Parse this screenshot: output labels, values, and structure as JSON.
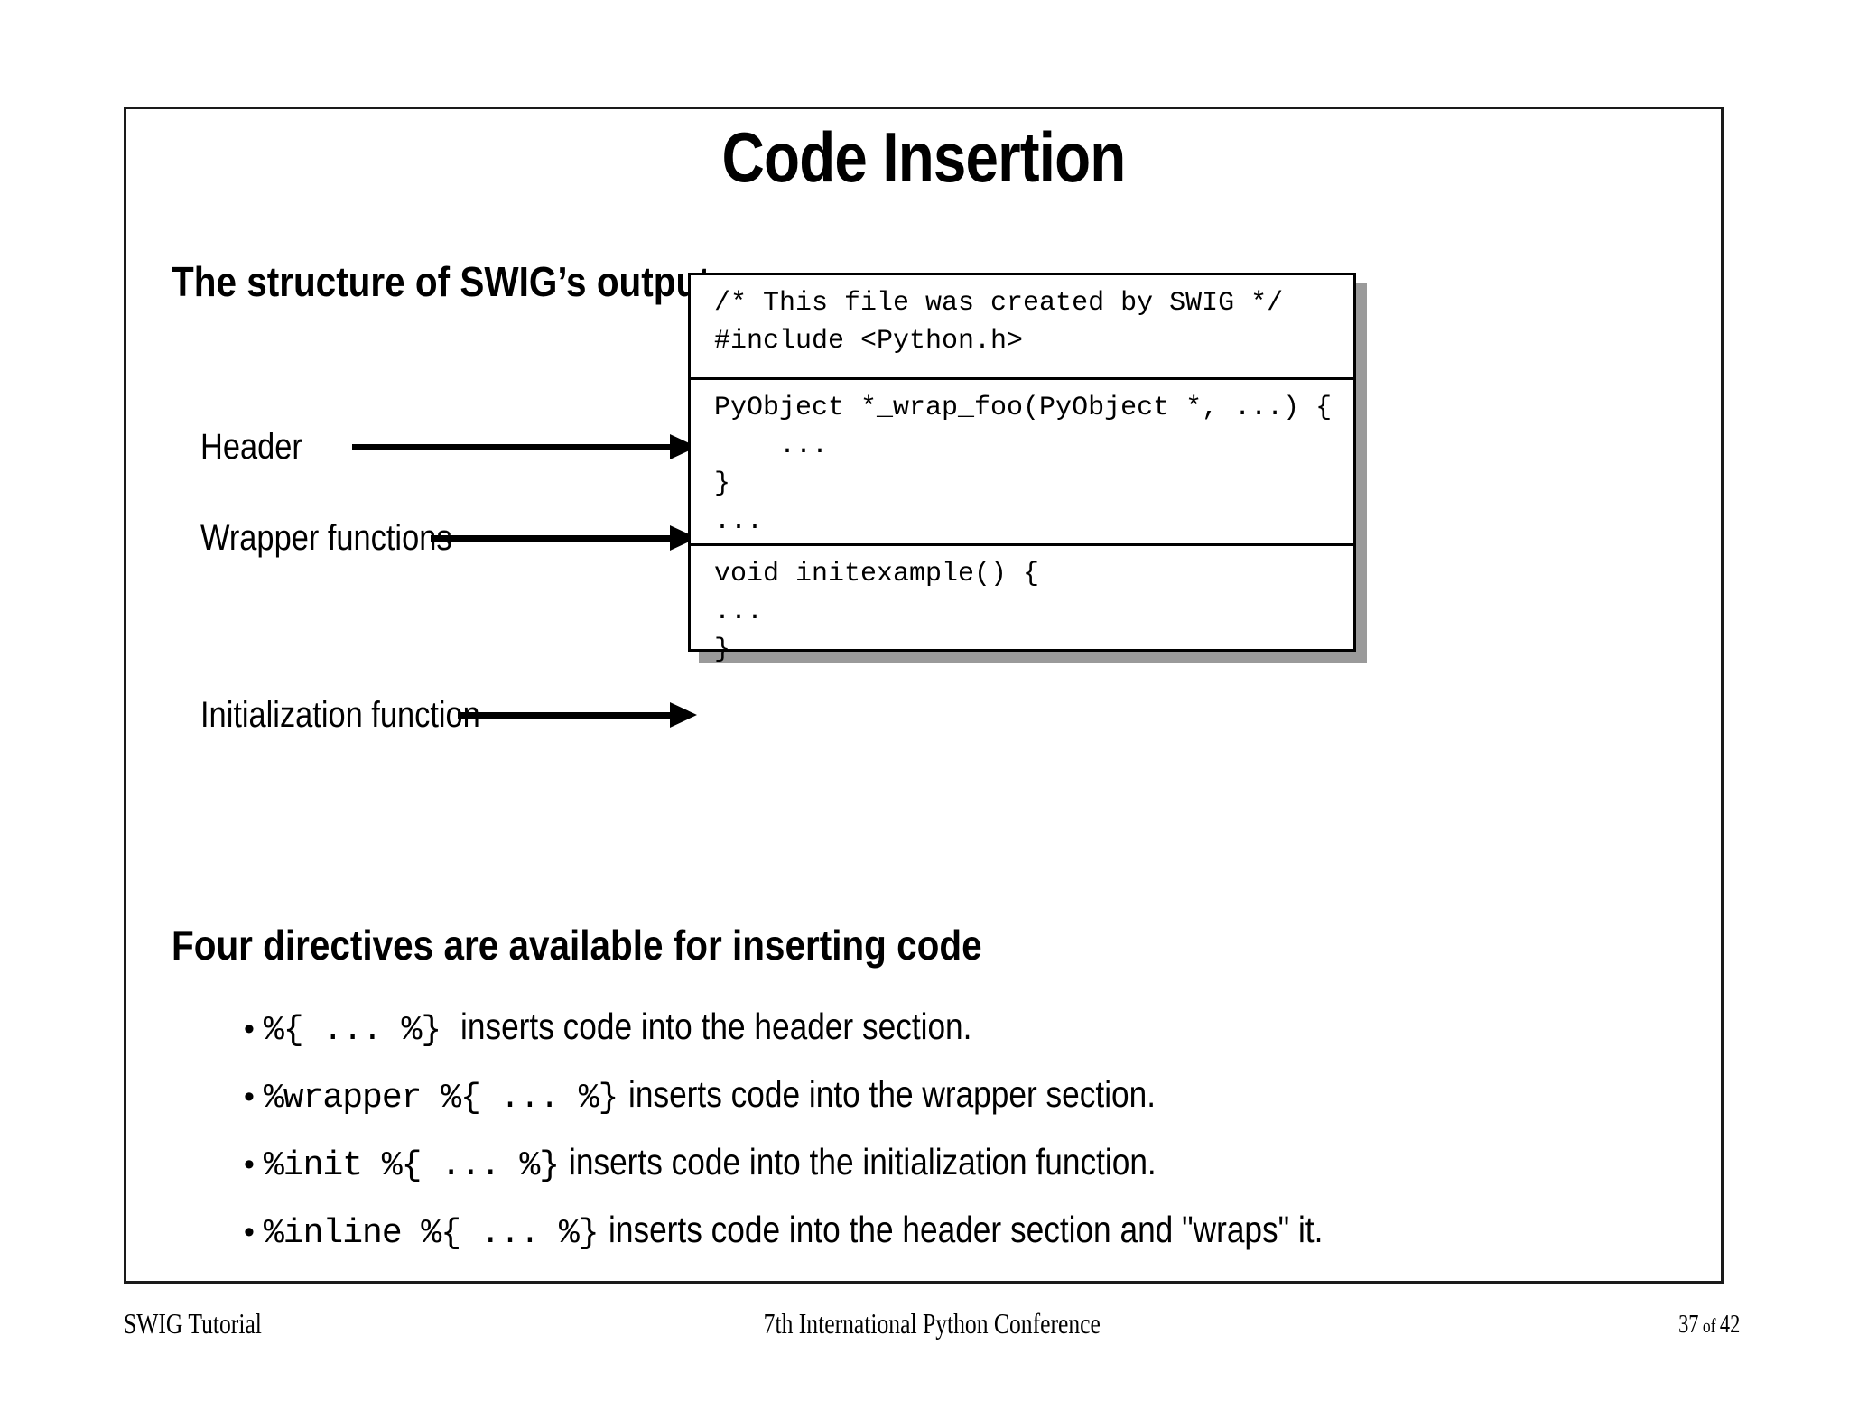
{
  "slide": {
    "title": "Code Insertion",
    "page_label": "37 of 42"
  },
  "sections": {
    "structure_heading": "The structure of SWIG’s output",
    "directives_heading": "Four directives are available for inserting code"
  },
  "diagram": {
    "labels": [
      {
        "name": "header",
        "text": "Header"
      },
      {
        "name": "wrapper-functions",
        "text": "Wrapper functions"
      },
      {
        "name": "initialization-function",
        "text": "Initialization function"
      }
    ],
    "code_box": {
      "header_section": "/* This file was created by SWIG */\n#include <Python.h>",
      "wrapper_section": "PyObject *_wrap_foo(PyObject *, ...) {\n    ...\n}\n...",
      "init_section": "void initexample() {\n...\n}"
    }
  },
  "bullets": [
    {
      "bullet": "•",
      "code": "%{ ... %}",
      "text": "inserts code into the header section."
    },
    {
      "bullet": "•",
      "code": "%wrapper %{ ... %}",
      "text": "inserts code into the wrapper section."
    },
    {
      "bullet": "•",
      "code": "%init %{ ... %}",
      "text": "inserts code into the initialization function."
    },
    {
      "bullet": "•",
      "code": "%inline %{ ... %}",
      "text": "inserts code into the header section and \"wraps\" it."
    }
  ],
  "footer": {
    "left": "SWIG Tutorial",
    "center": "7th International Python Conference",
    "page_number": "37",
    "page_of": "of",
    "page_total": "42"
  },
  "colors": {
    "background": "#ffffff",
    "ink": "#000000",
    "shadow": "#9a9a9a",
    "frame": "#1a1a1a"
  }
}
